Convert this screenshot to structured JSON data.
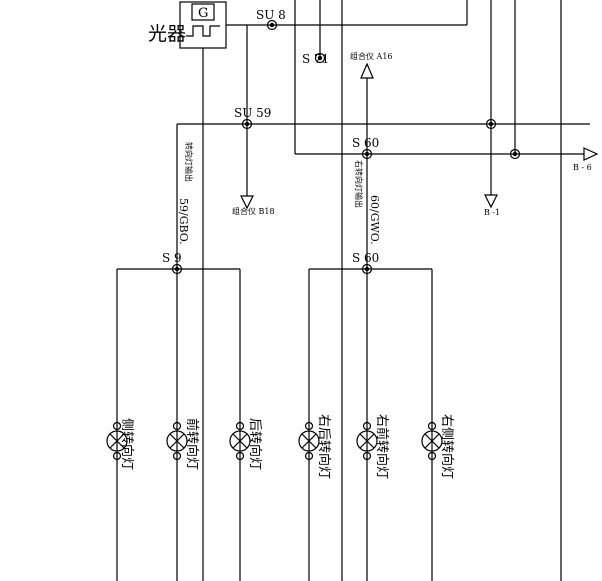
{
  "component": {
    "flasher_label": "光器",
    "flasher_letter": "G"
  },
  "splices": {
    "su8": "SU 8",
    "s71": "S 71",
    "su59": "SU 59",
    "s60_upper": "S 60",
    "s9": "S 9",
    "s60_lower": "S 60"
  },
  "connectors": {
    "cluster_a16": "组合仪 A16",
    "cluster_b18": "组合仪 B18",
    "b1": "B -1",
    "b6": "B - 6"
  },
  "wires": {
    "left_desc": "转向灯输出",
    "left_code": "59/GBO.",
    "right_desc": "右转向灯输出",
    "right_code": "60/GWO."
  },
  "lamps": [
    {
      "label": "侧转向灯"
    },
    {
      "label": "前转向灯"
    },
    {
      "label": "后转向灯"
    },
    {
      "label": "右后转向灯"
    },
    {
      "label": "右前转向灯"
    },
    {
      "label": "右侧转向灯"
    }
  ]
}
